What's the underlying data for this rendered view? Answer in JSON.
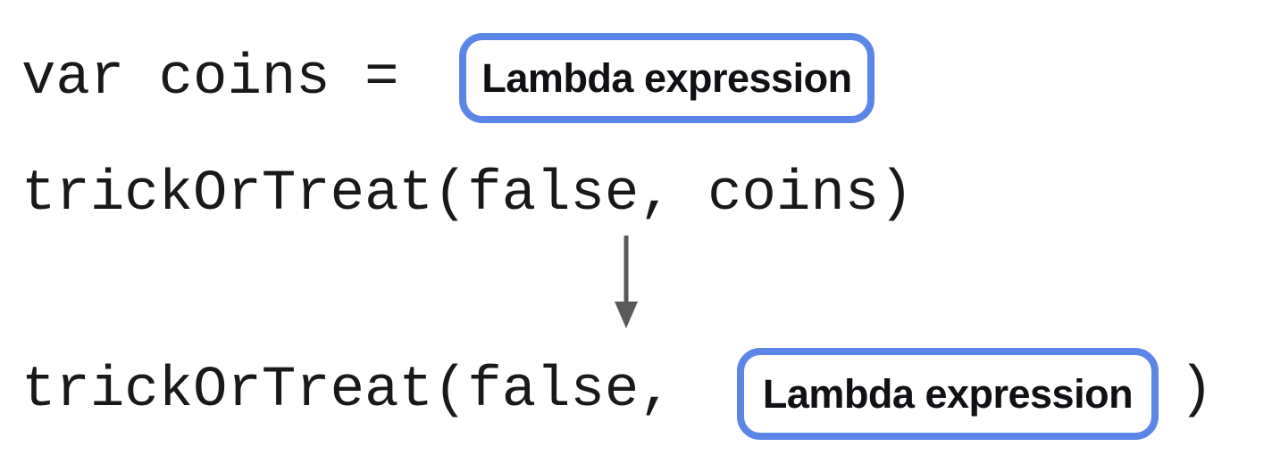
{
  "diagram": {
    "line1": {
      "code": "var coins =",
      "box_label": "Lambda expression"
    },
    "line2": {
      "code": "trickOrTreat(false, coins)"
    },
    "arrow": {
      "name": "substitution-down-arrow"
    },
    "line3": {
      "code_prefix": "trickOrTreat(false,",
      "box_label": "Lambda expression",
      "code_suffix": ")"
    },
    "colors": {
      "box_border": "#5b86e8",
      "code_text": "#18191b",
      "label_text": "#101114",
      "arrow": "#595a5c",
      "background": "#ffffff"
    }
  }
}
